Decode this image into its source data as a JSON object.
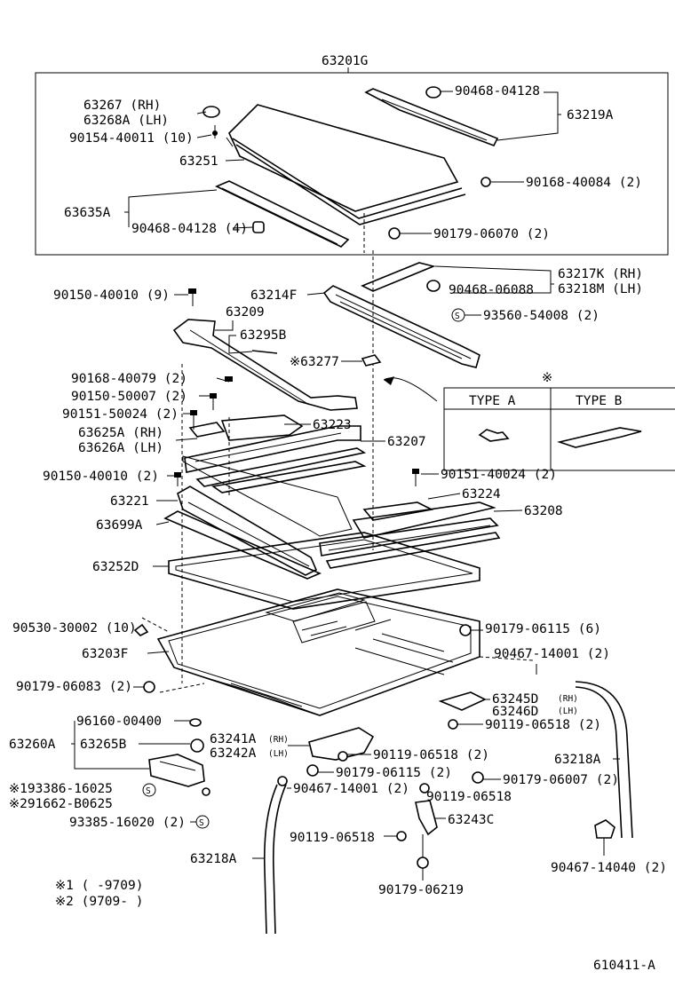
{
  "group_label": "63201G",
  "diagram_code": "610411-A",
  "labels": {
    "p63267": "63267  (RH)",
    "p63268a": "63268A (LH)",
    "p90154": "90154-40011 (10)",
    "p63251": "63251",
    "p63635a": "63635A",
    "p90468_4": "90468-04128 (4)",
    "p90468_top": "90468-04128",
    "p63219a": "63219A",
    "p90168_84": "90168-40084 (2)",
    "p90179_70": "90179-06070 (2)",
    "p63217k": "63217K (RH)",
    "p63218m": "63218M (LH)",
    "p90468_88": "90468-06088",
    "p93560": "93560-54008 (2)",
    "p90150_9": "90150-40010 (9)",
    "p63214f": "63214F",
    "p63209": "63209",
    "p63295b": "63295B",
    "p63277": "※63277",
    "p90168_79": "90168-40079 (2)",
    "p90150_07": "90150-50007 (2)",
    "p90151_50024": "90151-50024 (2)",
    "p63625a": "63625A (RH)",
    "p63626a": "63626A (LH)",
    "p63223": "63223",
    "p63207": "63207",
    "p90150_2": "90150-40010 (2)",
    "p90151_40024": "90151-40024 (2)",
    "p63221": "63221",
    "p63224": "63224",
    "p63699a": "63699A",
    "p63208": "63208",
    "p63252d": "63252D",
    "p90530": "90530-30002 (10)",
    "p90179_115_6": "90179-06115 (6)",
    "p63203f": "63203F",
    "p90467_01": "90467-14001 (2)",
    "p90179_083": "90179-06083 (2)",
    "p63245d": "63245D",
    "p63245d_side": "(RH)",
    "p63246d": "63246D",
    "p63246d_side": "(LH)",
    "p90119_518_2": "90119-06518 (2)",
    "p96160": "96160-00400",
    "p63260a": "63260A",
    "p63265b": "63265B",
    "p63241a": "63241A",
    "p63241a_side": "(RH)",
    "p63242a": "63242A",
    "p63242a_side": "(LH)",
    "p90119_518_2b": "90119-06518 (2)",
    "p90179_115_2": "90179-06115 (2)",
    "p90179_007": "90179-06007 (2)",
    "p63218a_r": "63218A",
    "p193386": "※193386-16025",
    "p291662": "※291662-B0625",
    "p90467_01b": "90467-14001 (2)",
    "p90119_518": "90119-06518",
    "p93385": "93385-16020 (2)",
    "p63243c": "63243C",
    "p90119_518_c": "90119-06518",
    "p63218a_l": "63218A",
    "p90467_40": "90467-14040 (2)",
    "p90179_219": "90179-06219"
  },
  "inset": {
    "mark": "※",
    "type_a": "TYPE A",
    "type_b": "TYPE B"
  },
  "notes": {
    "n1": "※1 (      -9709)",
    "n2": "※2 (9709-      )"
  }
}
